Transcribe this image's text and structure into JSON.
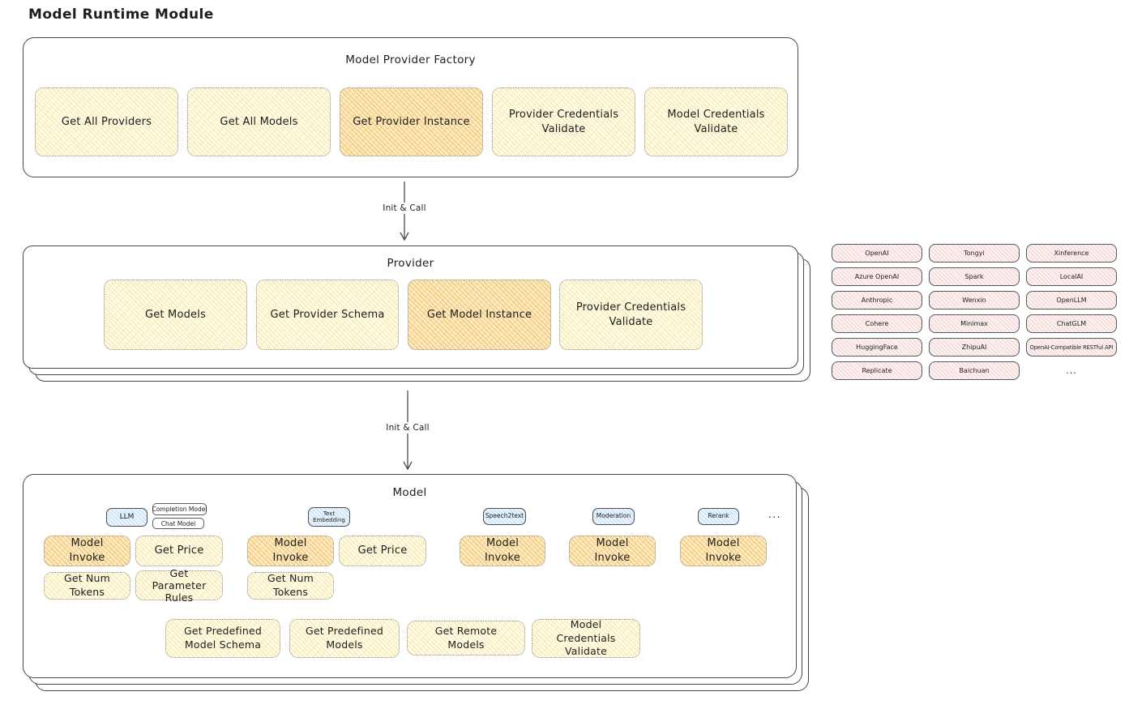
{
  "page": {
    "title": "Model Runtime Module"
  },
  "colors": {
    "ink": "#1e1e1e",
    "card-border": "#47494d",
    "dotted-border": "#909090",
    "yellow-fill": "#fffbe9",
    "yellow-hatch": "#efd67d",
    "orange-fill": "#fcedc8",
    "orange-hatch": "#f1ad3e",
    "blue-fill": "#ecf5fd",
    "blue-hatch": "#96c6f0",
    "pink-fill": "#fdf2f2",
    "pink-hatch": "#ecb2b2"
  },
  "factory": {
    "title": "Model Provider Factory",
    "items": [
      {
        "label": "Get All Providers",
        "highlighted": false
      },
      {
        "label": "Get All Models",
        "highlighted": false
      },
      {
        "label": "Get Provider Instance",
        "highlighted": true
      },
      {
        "label": "Provider Credentials Validate",
        "highlighted": false
      },
      {
        "label": "Model Credentials Validate",
        "highlighted": false
      }
    ]
  },
  "arrows": {
    "init_call_1": "Init & Call",
    "init_call_2": "Init & Call"
  },
  "provider": {
    "title": "Provider",
    "items": [
      {
        "label": "Get Models",
        "highlighted": false
      },
      {
        "label": "Get Provider Schema",
        "highlighted": false
      },
      {
        "label": "Get Model Instance",
        "highlighted": true
      },
      {
        "label": "Provider Credentials Validate",
        "highlighted": false
      }
    ]
  },
  "provider_list": {
    "items": [
      "OpenAI",
      "Tongyi",
      "Xinference",
      "Azure OpenAI",
      "Spark",
      "LocalAI",
      "Anthropic",
      "Wenxin",
      "OpenLLM",
      "Cohere",
      "Minimax",
      "ChatGLM",
      "HuggingFace",
      "ZhipuAI",
      "OpenAI-Compatible RESTful API",
      "Replicate",
      "Baichuan"
    ],
    "more": "..."
  },
  "model": {
    "title": "Model",
    "tabs": {
      "llm": "LLM",
      "completion_model": "Completion Model",
      "chat_model": "Chat Model",
      "text_embedding": "Text Embedding",
      "speech2text": "Speech2text",
      "moderation": "Moderation",
      "rerank": "Rerank",
      "more": "..."
    },
    "functions": {
      "llm_model_invoke": "Model Invoke",
      "llm_get_price": "Get Price",
      "llm_get_num_tokens": "Get Num Tokens",
      "llm_get_parameter_rules": "Get Parameter Rules",
      "embedding_model_invoke": "Model Invoke",
      "embedding_get_price": "Get Price",
      "embedding_get_num_tokens": "Get Num Tokens",
      "speech2text_model_invoke": "Model Invoke",
      "moderation_model_invoke": "Model Invoke",
      "rerank_model_invoke": "Model Invoke"
    },
    "shared": {
      "get_predefined_model_schema": "Get Predefined Model Schema",
      "get_predefined_models": "Get Predefined Models",
      "get_remote_models": "Get Remote Models",
      "model_credentials_validate": "Model Credentials Validate"
    }
  }
}
